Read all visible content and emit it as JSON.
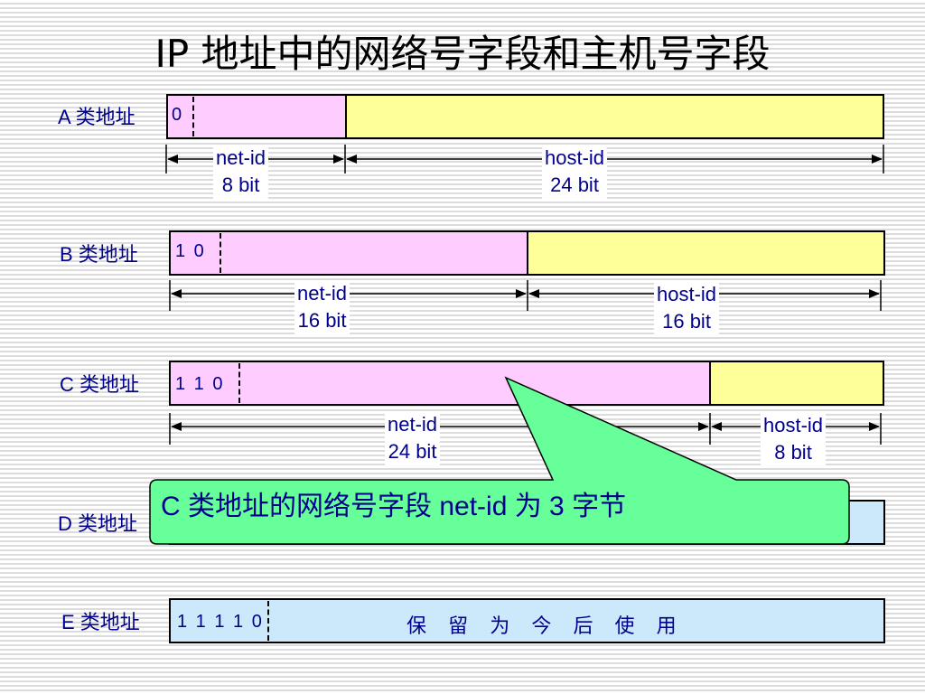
{
  "title": "IP 地址中的网络号字段和主机号字段",
  "rows": {
    "a": {
      "label": "A 类地址",
      "prefix": "0",
      "net_label": "net-id",
      "net_bits": "8 bit",
      "host_label": "host-id",
      "host_bits": "24 bit"
    },
    "b": {
      "label": "B 类地址",
      "prefix": "1 0",
      "net_label": "net-id",
      "net_bits": "16 bit",
      "host_label": "host-id",
      "host_bits": "16 bit"
    },
    "c": {
      "label": "C 类地址",
      "prefix": "1 1 0",
      "net_label": "net-id",
      "net_bits": "24 bit",
      "host_label": "host-id",
      "host_bits": "8 bit"
    },
    "d": {
      "label": "D 类地址"
    },
    "e": {
      "label": "E 类地址",
      "prefix": "1 1 1 1 0",
      "reserved_text": "保 留 为 今 后 使 用"
    }
  },
  "callout": {
    "text": "C 类地址的网络号字段 net-id 为 3 字节"
  },
  "colors": {
    "net_segment": "#ffccff",
    "host_segment": "#ffff99",
    "blue_segment": "#cce9fb",
    "callout_fill": "#66ff99",
    "label_text": "#00008b"
  }
}
